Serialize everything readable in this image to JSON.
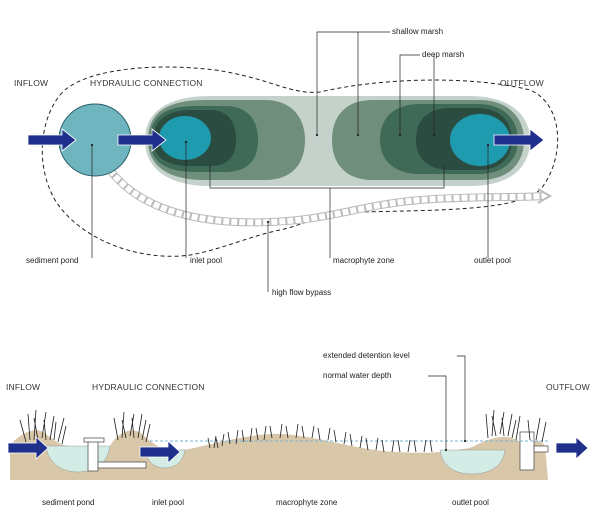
{
  "plan_view": {
    "inflow": "INFLOW",
    "hydraulic_connection": "HYDRAULIC CONNECTION",
    "outflow": "OUTFLOW",
    "shallow_marsh": "shallow marsh",
    "deep_marsh": "deep marsh",
    "sediment_pond": "sediment pond",
    "inlet_pool": "inlet pool",
    "macrophyte_zone": "macrophyte zone",
    "outlet_pool": "outlet pool",
    "high_flow_bypass": "high flow bypass"
  },
  "section_view": {
    "inflow": "INFLOW",
    "hydraulic_connection": "HYDRAULIC CONNECTION",
    "outflow": "OUTFLOW",
    "extended_detention_level": "extended detention level",
    "normal_water_depth": "normal water depth",
    "sediment_pond": "sediment pond",
    "inlet_pool": "inlet pool",
    "macrophyte_zone": "macrophyte zone",
    "outlet_pool": "outlet pool"
  },
  "colors": {
    "outer_zone": "#c5d2cc",
    "marsh_mid": "#6f8f7c",
    "marsh_deep": "#3f6a58",
    "marsh_darkest": "#2b4c40",
    "pool_teal": "#1f9bb0",
    "sediment_pond": "#6fb5c0",
    "arrow_blue": "#1f2f8c",
    "soil": "#d8c7a8",
    "water_light": "#d4ece6",
    "detention_line": "#7ab3d6"
  }
}
